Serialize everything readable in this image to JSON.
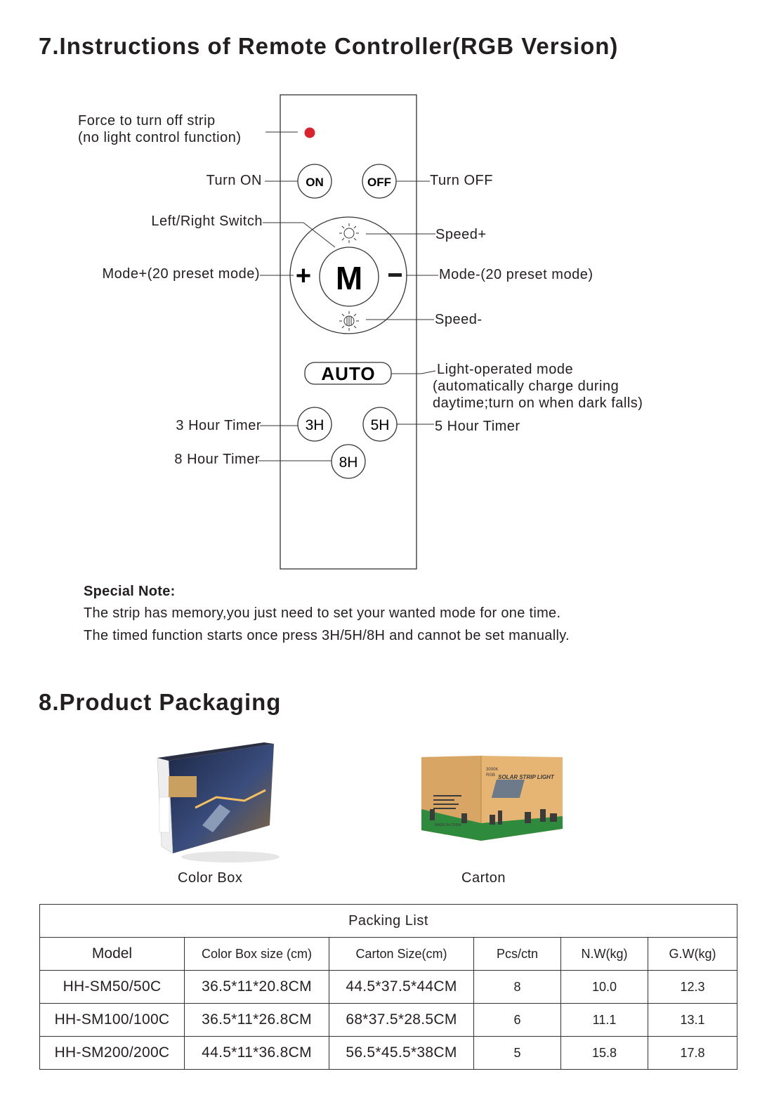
{
  "section7": {
    "title": "7.Instructions of Remote Controller(RGB Version)",
    "labels": {
      "force_off_1": "Force to turn off strip",
      "force_off_2": "(no light control function)",
      "turn_on": "Turn ON",
      "turn_off": "Turn OFF",
      "left_right": "Left/Right Switch",
      "speed_plus": "Speed+",
      "mode_plus": "Mode+(20 preset mode)",
      "mode_minus": "Mode-(20 preset mode)",
      "speed_minus": "Speed-",
      "light_mode_1": "Light-operated mode",
      "light_mode_2": "(automatically charge during",
      "light_mode_3": "daytime;turn on when dark falls)",
      "timer_3h": "3 Hour Timer",
      "timer_5h": "5 Hour Timer",
      "timer_8h": "8 Hour Timer"
    },
    "buttons": {
      "on": "ON",
      "off": "OFF",
      "m": "M",
      "plus": "+",
      "minus": "−",
      "auto": "AUTO",
      "h3": "3H",
      "h5": "5H",
      "h8": "8H"
    },
    "colors": {
      "power_dot": "#d9232e"
    },
    "note": {
      "title": "Special Note:",
      "line1": "The strip has memory,you just need to set your wanted mode for one time.",
      "line2": "The timed function starts once press 3H/5H/8H and cannot be set manually."
    }
  },
  "section8": {
    "title": "8.Product Packaging",
    "images": {
      "color_box": "Color Box",
      "carton": "Carton"
    },
    "carton_print": {
      "check1": "3000K",
      "check2": "RGB",
      "brand": "SOLAR STRIP LIGHT",
      "made_in": "MADE IN CHINA"
    },
    "table": {
      "caption": "Packing List",
      "headers": [
        "Model",
        "Color Box size (cm)",
        "Carton Size(cm)",
        "Pcs/ctn",
        "N.W(kg)",
        "G.W(kg)"
      ],
      "rows": [
        [
          "HH-SM50/50C",
          "36.5*11*20.8CM",
          "44.5*37.5*44CM",
          "8",
          "10.0",
          "12.3"
        ],
        [
          "HH-SM100/100C",
          "36.5*11*26.8CM",
          "68*37.5*28.5CM",
          "6",
          "11.1",
          "13.1"
        ],
        [
          "HH-SM200/200C",
          "44.5*11*36.8CM",
          "56.5*45.5*38CM",
          "5",
          "15.8",
          "17.8"
        ]
      ]
    }
  }
}
